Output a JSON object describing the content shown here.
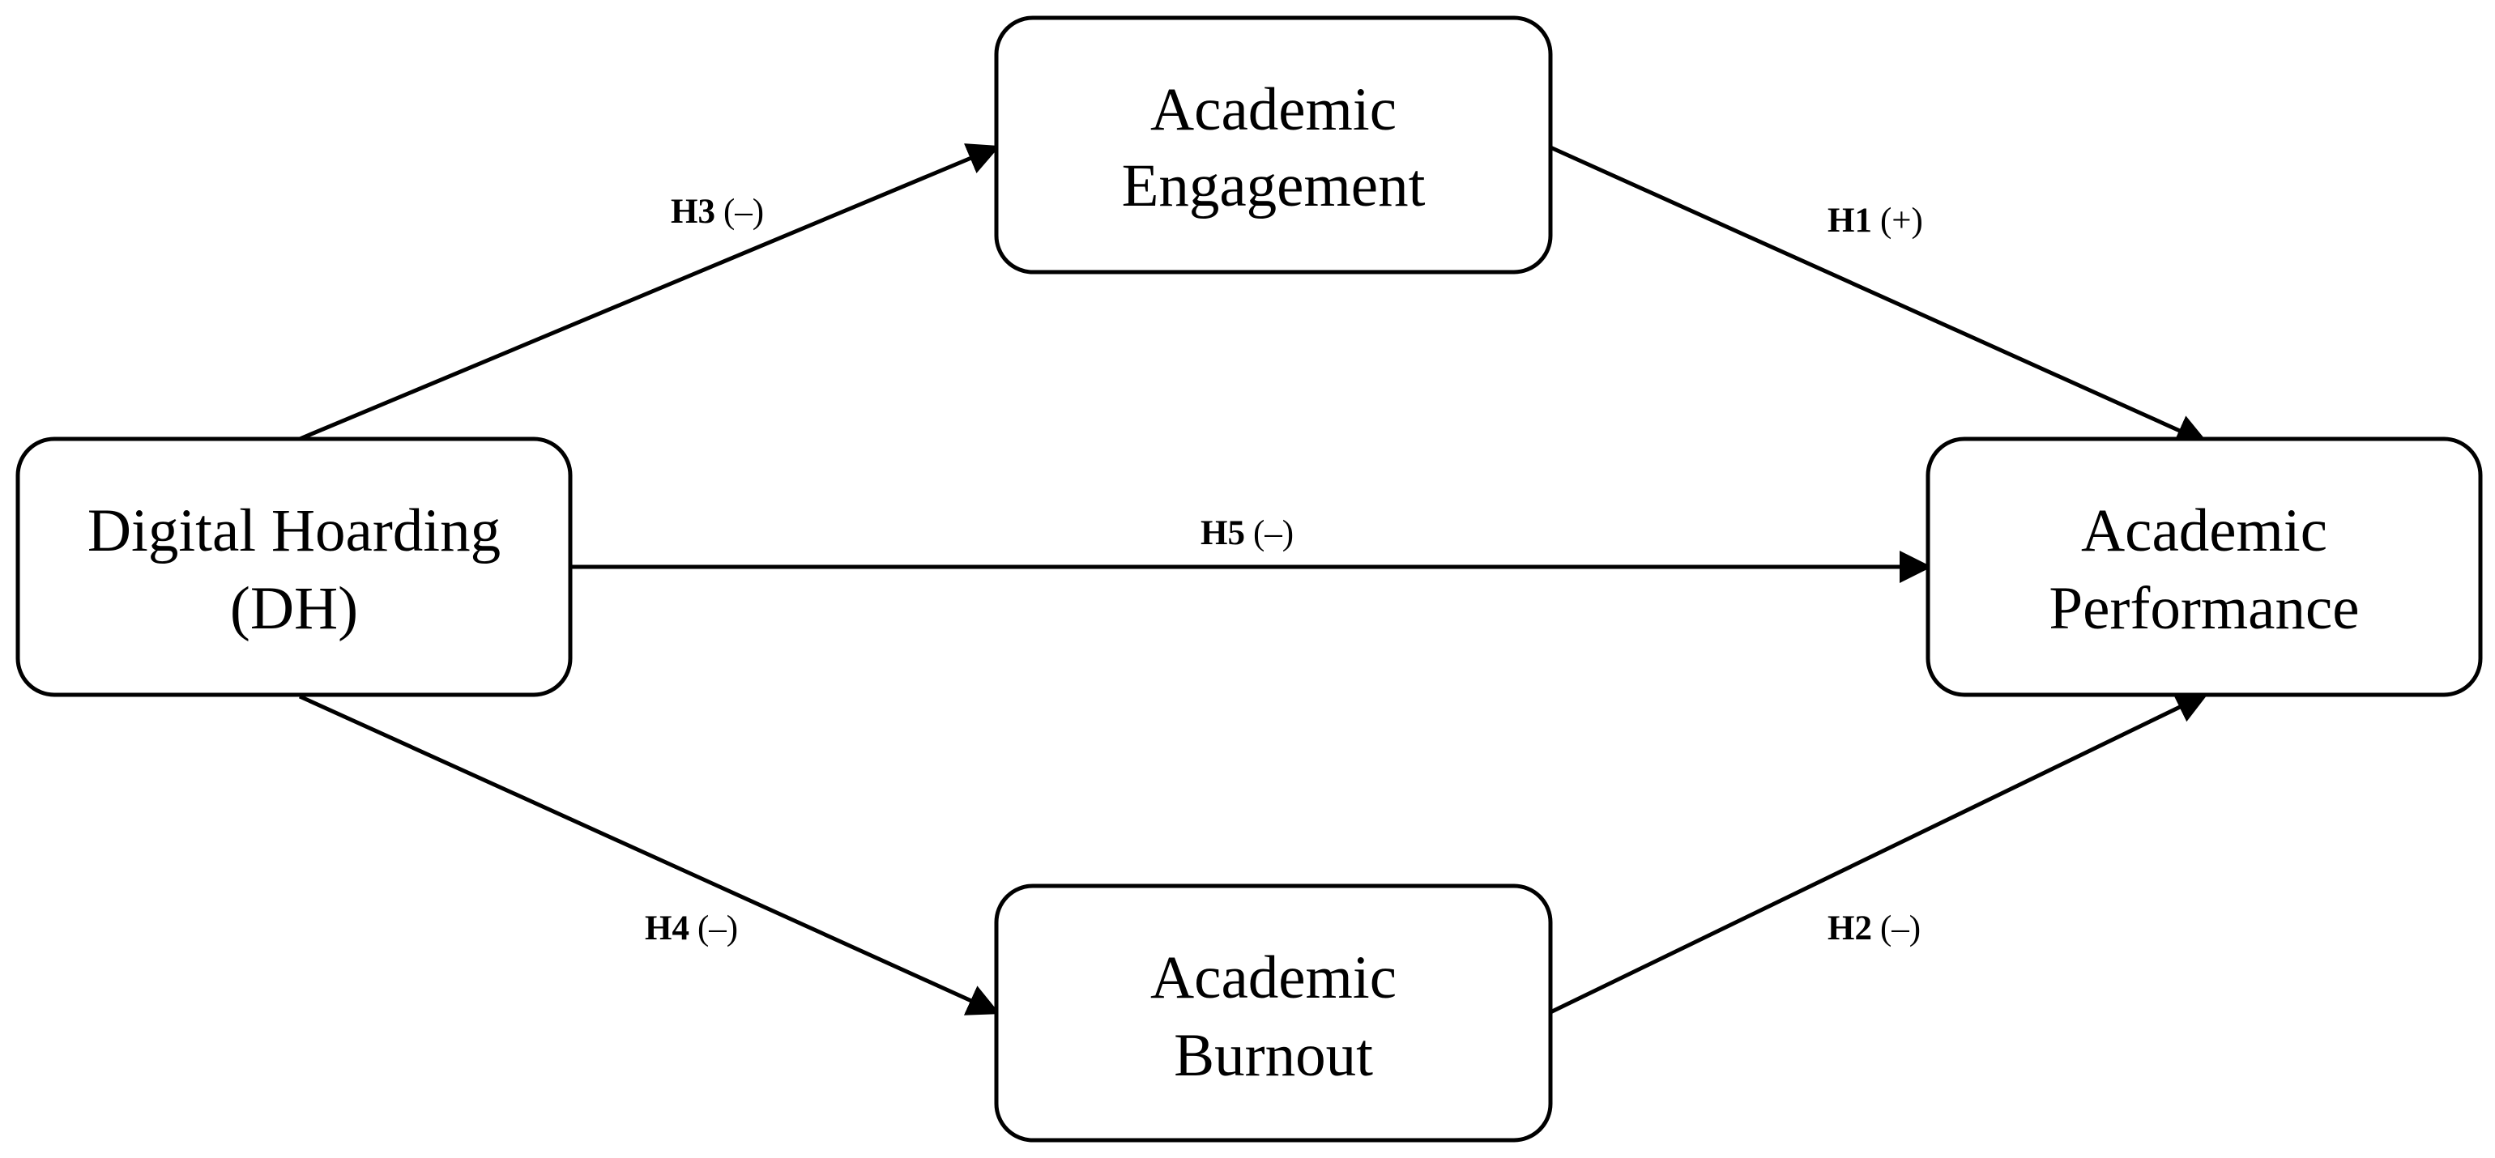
{
  "diagram": {
    "nodes": {
      "dh": {
        "line1": "Digital Hoarding",
        "line2": "(DH)"
      },
      "engagement": {
        "line1": "Academic",
        "line2": "Engagement"
      },
      "burnout": {
        "line1": "Academic",
        "line2": "Burnout"
      },
      "performance": {
        "line1": "Academic",
        "line2": "Performance"
      }
    },
    "edges": {
      "h3": {
        "id": "H3",
        "sign": "(–)",
        "from": "Digital Hoarding (DH)",
        "to": "Academic Engagement"
      },
      "h1": {
        "id": "H1",
        "sign": "(+)",
        "from": "Academic Engagement",
        "to": "Academic Performance"
      },
      "h5": {
        "id": "H5",
        "sign": "(–)",
        "from": "Digital Hoarding (DH)",
        "to": "Academic Performance"
      },
      "h4": {
        "id": "H4",
        "sign": "(–)",
        "from": "Digital Hoarding (DH)",
        "to": "Academic Burnout"
      },
      "h2": {
        "id": "H2",
        "sign": "(–)",
        "from": "Academic Burnout",
        "to": "Academic Performance"
      }
    }
  }
}
